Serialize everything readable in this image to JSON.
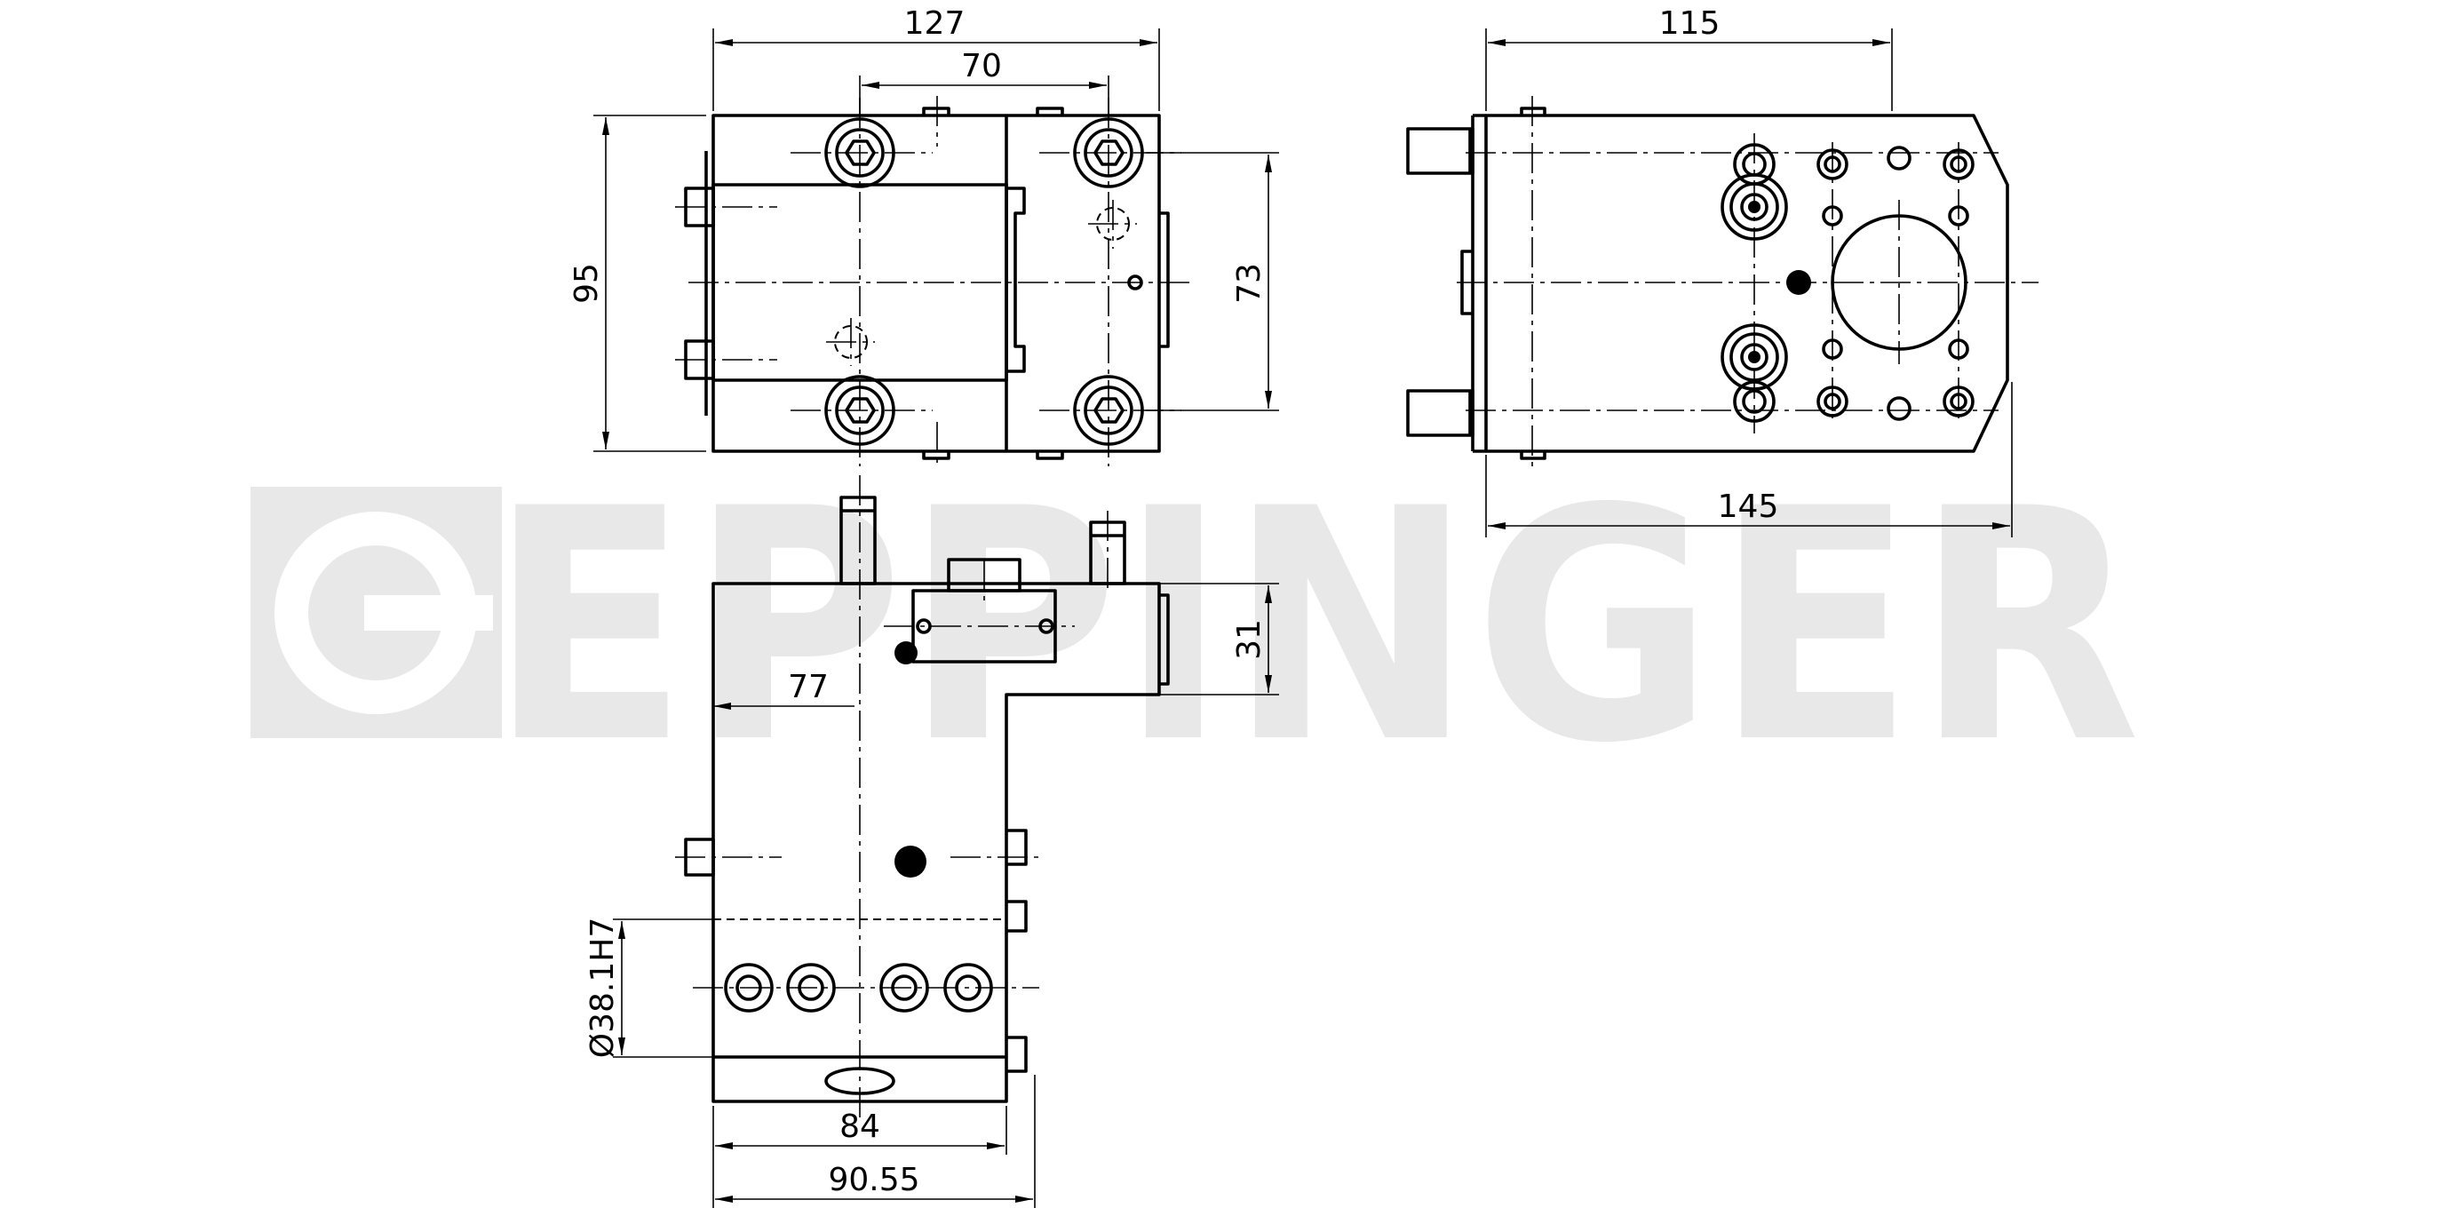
{
  "brand": {
    "logo_text": "EPPINGER",
    "watermark_color": "#e8e8e8"
  },
  "dimensions": {
    "top_view_width": "127",
    "top_view_bolt_spacing": "70",
    "top_view_height": "95",
    "top_view_bolt_pitch": "73",
    "side_view_width": "115",
    "side_view_overall": "145",
    "front_view_offset": "77",
    "front_view_step": "31",
    "front_view_bore": "Ø38.1H7",
    "front_view_width": "84",
    "front_view_overall": "90.55"
  },
  "colors": {
    "line": "#000000",
    "background": "#ffffff"
  }
}
